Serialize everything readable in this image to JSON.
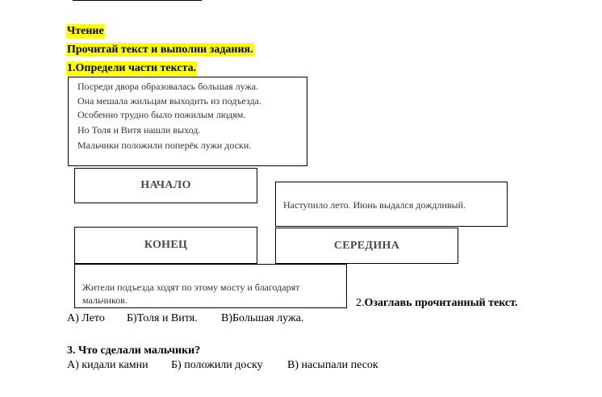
{
  "header": {
    "subject": "Чтение",
    "instruction": "Прочитай текст и выполни задания.",
    "task1": "1.Определи части текста."
  },
  "text_box": {
    "lines": [
      "Посреди двора образовалась большая лужа.",
      "Она мешала жильцам выходить из подъезда.",
      "Особенно трудно было пожилым людям.",
      "Но Толя и Витя нашли выход.",
      "Мальчики положили поперёк лужи доски."
    ]
  },
  "parts": {
    "start": "НАЧАЛО",
    "end": "КОНЕЦ",
    "middle": "СЕРЕДИНА",
    "summer_text": "Наступило лето. Июнь выдался дождливый.",
    "residents_text": "Жители подъезда ходят по этому мосту и благодарят мальчиков."
  },
  "task2": {
    "number": "2.",
    "question": "Озаглавь прочитанный текст.",
    "answers": [
      "А) Лето",
      "Б)Толя и Витя.",
      "В)Большая лужа."
    ]
  },
  "task3": {
    "question": "3. Что сделали мальчики?",
    "answers": [
      "А) кидали камни",
      "Б) положили доску",
      "В) насыпали песок"
    ]
  }
}
